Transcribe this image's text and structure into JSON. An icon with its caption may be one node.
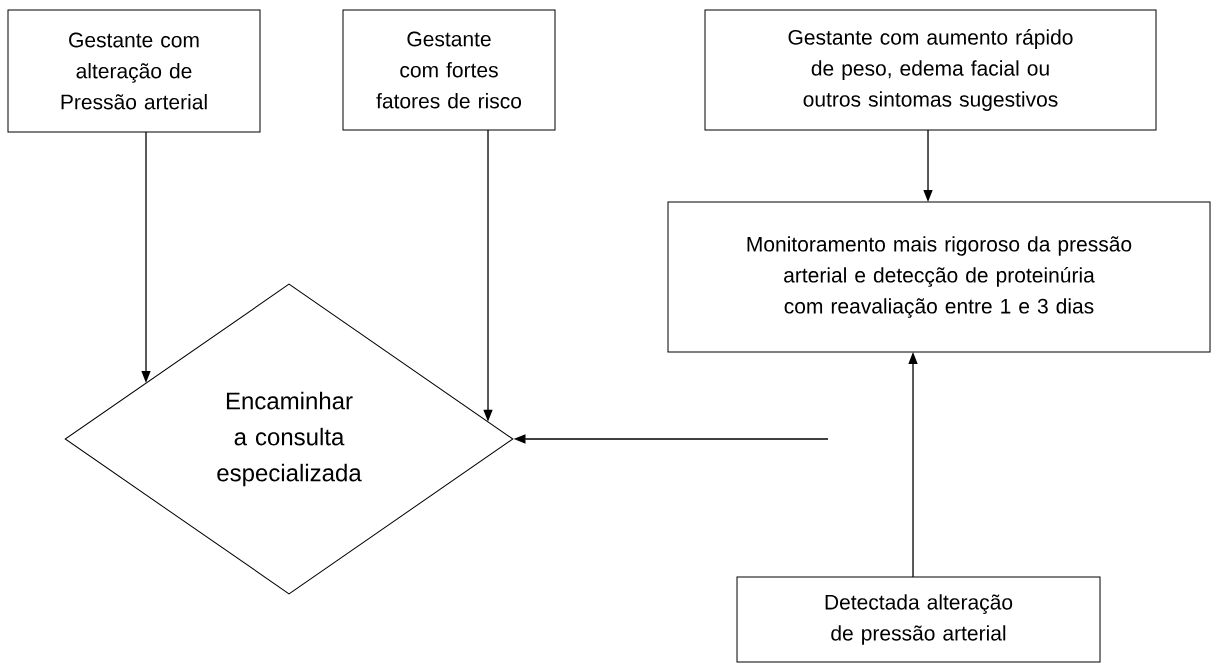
{
  "diagram": {
    "nodes": [
      {
        "text": [
          "Gestante com alteração de Pressão arterial"
        ]
      },
      {
        "text": [
          "Gestante com fortes fatores de risco"
        ]
      },
      {
        "text": [
          "Gestante com aumento rápido de peso, edema facial ou outros sintomas sugestivos"
        ]
      },
      {
        "text": [
          "Monitoramento mais rigoroso da pressão arterial e detecção de proteinúria com reavaliação entre 1 e 3 dias"
        ]
      },
      {
        "text": [
          "Encaminhar a consulta especializada"
        ]
      },
      {
        "text": [
          "Detectada alteração de pressão arterial"
        ]
      }
    ],
    "edges": [
      {
        "from": 0,
        "to": 4,
        "arrow": "to"
      },
      {
        "from": 1,
        "to": 4,
        "arrow": "to"
      },
      {
        "from": 2,
        "to": 3,
        "arrow": "to"
      },
      {
        "from": 5,
        "to": 3,
        "arrow": "to"
      },
      {
        "from": null,
        "to": 4,
        "arrow": "to"
      }
    ]
  }
}
